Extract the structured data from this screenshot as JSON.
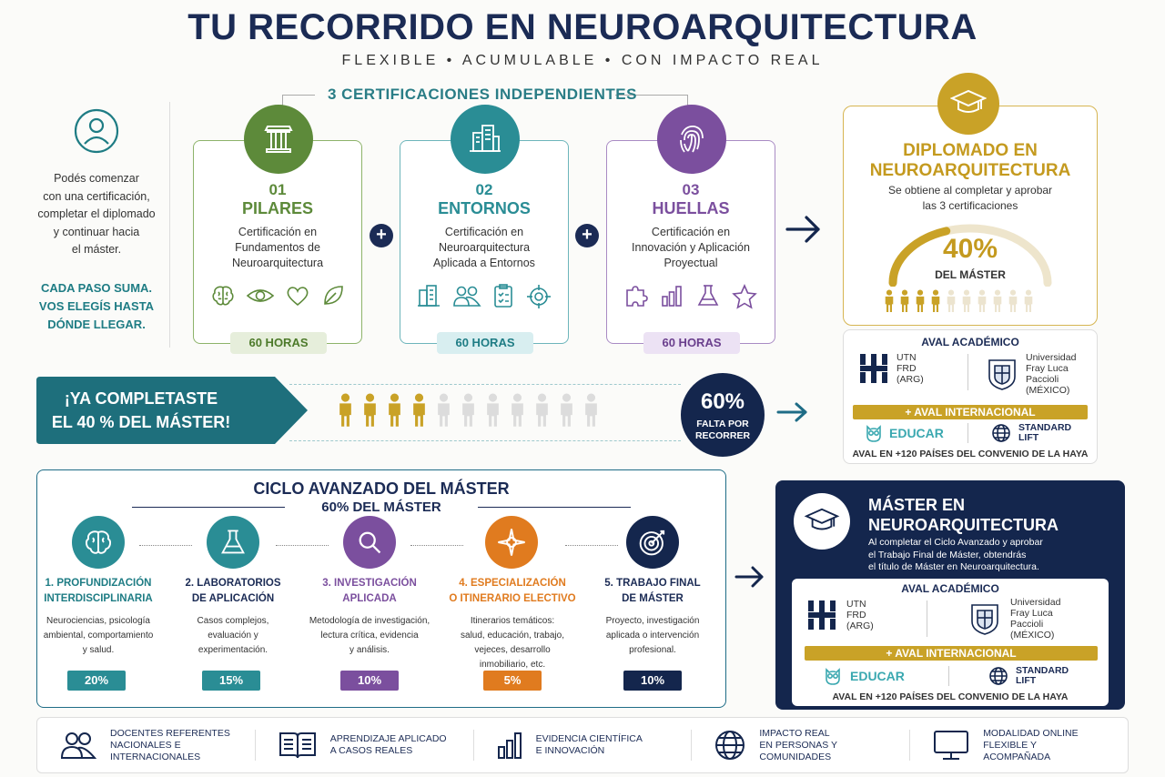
{
  "header": {
    "title": "TU RECORRIDO EN NEUROARQUITECTURA",
    "subtitle": "FLEXIBLE  •  ACUMULABLE  •  CON IMPACTO REAL",
    "cert_header": "3 CERTIFICACIONES INDEPENDIENTES"
  },
  "intro": {
    "text_lines": [
      "Podés comenzar",
      "con una certificación,",
      "completar el diplomado",
      "y continuar hacia",
      "el máster."
    ],
    "bold_lines": [
      "CADA PASO SUMA.",
      "VOS ELEGÍS HASTA",
      "DÓNDE LLEGAR."
    ]
  },
  "certs": [
    {
      "num": "01",
      "name": "PILARES",
      "desc": [
        "Certificación en",
        "Fundamentos de",
        "Neuroarquitectura"
      ],
      "hours": "60 HORAS",
      "color": "#5d8a3a",
      "icon": "column-icon",
      "small_icons": [
        "brain-icon",
        "eye-icon",
        "heart-icon",
        "leaf-icon"
      ]
    },
    {
      "num": "02",
      "name": "ENTORNOS",
      "desc": [
        "Certificación en",
        "Neuroarquitectura",
        "Aplicada a Entornos"
      ],
      "hours": "60 HORAS",
      "color": "#2a8d95",
      "icon": "buildings-icon",
      "small_icons": [
        "building-icon",
        "people-icon",
        "clipboard-icon",
        "target-icon"
      ]
    },
    {
      "num": "03",
      "name": "HUELLAS",
      "desc": [
        "Certificación en",
        "Innovación y Aplicación",
        "Proyectual"
      ],
      "hours": "60 HORAS",
      "color": "#7b4f9e",
      "icon": "fingerprint-icon",
      "small_icons": [
        "puzzle-icon",
        "chart-icon",
        "flask-icon",
        "star-icon"
      ]
    }
  ],
  "diplomado": {
    "title_l1": "DIPLOMADO EN",
    "title_l2": "NEUROARQUITECTURA",
    "sub_l1": "Se obtiene al completar y aprobar",
    "sub_l2": "las 3 certificaciones",
    "pct": "40%",
    "pct_label": "DEL MÁSTER",
    "progress": 0.4,
    "people_total": 10,
    "people_filled": 4
  },
  "aval": {
    "title": "AVAL ACADÉMICO",
    "utn_l1": "UTN",
    "utn_l2": "FRD",
    "utn_l3": "(ARG)",
    "univ_l1": "Universidad",
    "univ_l2": "Fray Luca",
    "univ_l3": "Paccioli",
    "univ_l4": "(MÉXICO)",
    "intl": "+ AVAL INTERNACIONAL",
    "educar": "EDUCAR",
    "std_l1": "STANDARD",
    "std_l2": "LIFT",
    "haya": "AVAL EN +120 PAÍSES DEL CONVENIO DE LA HAYA"
  },
  "progress_banner": {
    "line1": "¡YA COMPLETASTE",
    "line2": "EL 40 % DEL MÁSTER!",
    "people_total": 11,
    "people_filled": 4,
    "remaining_pct": "60%",
    "remaining_l1": "FALTA POR",
    "remaining_l2": "RECORRER"
  },
  "advanced": {
    "title": "CICLO AVANZADO DEL MÁSTER",
    "subtitle": "60% DEL MÁSTER",
    "steps": [
      {
        "t1": "1. PROFUNDIZACIÓN",
        "t2": "INTERDISCIPLINARIA",
        "d": [
          "Neurociencias, psicología",
          "ambiental, comportamiento",
          "y salud."
        ],
        "pct": "20%",
        "color": "#2a8d95",
        "icon": "brain-icon"
      },
      {
        "t1": "2. LABORATORIOS",
        "t2": "DE APLICACIÓN",
        "d": [
          "Casos complejos,",
          "evaluación y",
          "experimentación."
        ],
        "pct": "15%",
        "color": "#2a8d95",
        "icon": "flask-icon"
      },
      {
        "t1": "3. INVESTIGACIÓN",
        "t2": "APLICADA",
        "d": [
          "Metodología de investigación,",
          "lectura crítica, evidencia",
          "y análisis."
        ],
        "pct": "10%",
        "color": "#7b4f9e",
        "icon": "magnifier-icon"
      },
      {
        "t1": "4. ESPECIALIZACIÓN",
        "t2": "O ITINERARIO ELECTIVO",
        "d": [
          "Itinerarios temáticos:",
          "salud, educación, trabajo,",
          "vejeces, desarrollo",
          "inmobiliario, etc."
        ],
        "pct": "5%",
        "color": "#e07b1f",
        "icon": "compass-icon"
      },
      {
        "t1": "5. TRABAJO FINAL",
        "t2": "DE MÁSTER",
        "d": [
          "Proyecto, investigación",
          "aplicada o intervención",
          "profesional."
        ],
        "pct": "10%",
        "color": "#14264d",
        "icon": "bullseye-icon"
      }
    ]
  },
  "master": {
    "title_l1": "MÁSTER EN",
    "title_l2": "NEUROARQUITECTURA",
    "desc": [
      "Al completar el Ciclo Avanzado y aprobar",
      "el Trabajo Final de Máster, obtendrás",
      "el título de Máster en Neuroarquitectura."
    ]
  },
  "footer": [
    {
      "lines": [
        "DOCENTES REFERENTES",
        "NACIONALES E",
        "INTERNACIONALES"
      ],
      "icon": "people-icon"
    },
    {
      "lines": [
        "APRENDIZAJE APLICADO",
        "A CASOS REALES"
      ],
      "icon": "book-icon"
    },
    {
      "lines": [
        "EVIDENCIA CIENTÍFICA",
        "E INNOVACIÓN"
      ],
      "icon": "bar-chart-icon"
    },
    {
      "lines": [
        "IMPACTO REAL",
        "EN PERSONAS Y",
        "COMUNIDADES"
      ],
      "icon": "globe-icon"
    },
    {
      "lines": [
        "MODALIDAD ONLINE",
        "FLEXIBLE Y",
        "ACOMPAÑADA"
      ],
      "icon": "monitor-icon"
    }
  ],
  "colors": {
    "navy": "#14264d",
    "gold": "#c9a227",
    "teal": "#2a8d95",
    "green": "#5d8a3a",
    "purple": "#7b4f9e",
    "orange": "#e07b1f"
  }
}
